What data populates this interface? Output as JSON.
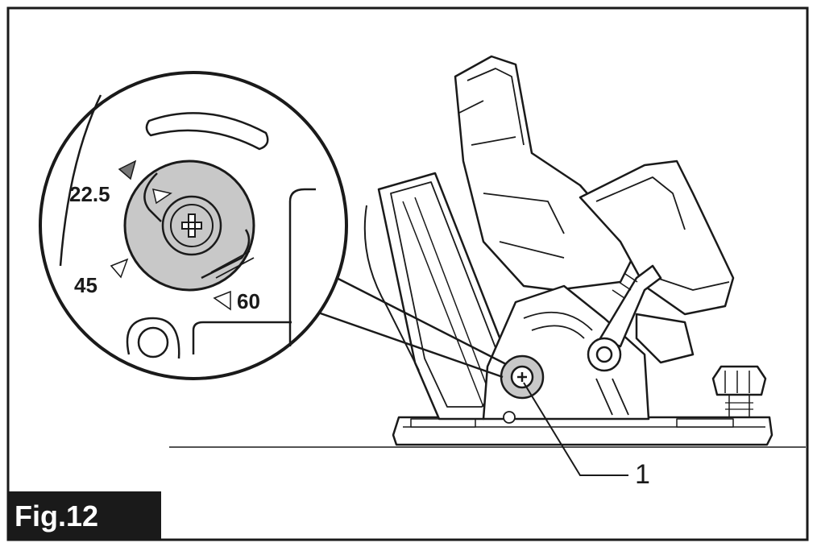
{
  "figure": {
    "label": "Fig.12"
  },
  "scale_marks": {
    "mark_22_5": "22.5",
    "mark_45": "45",
    "mark_60": "60"
  },
  "callouts": {
    "c1": "1"
  },
  "colors": {
    "line": "#1a1a1a",
    "shade": "#c8c8c8",
    "background": "#ffffff",
    "fig_label_bg": "#1a1a1a"
  },
  "icon_names": {
    "bevel_knob": "phillips-screw-knob-icon",
    "wing_nut": "wing-nut-icon"
  }
}
